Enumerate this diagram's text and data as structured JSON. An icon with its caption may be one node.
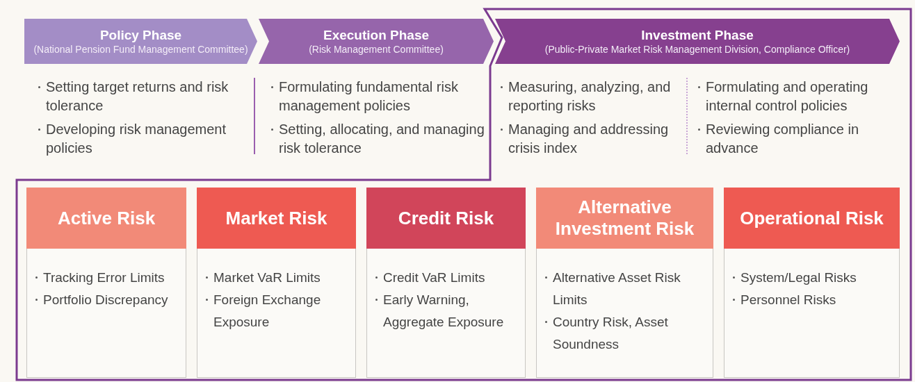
{
  "diagram": {
    "nodes": [
      {
        "text": [
          "Policy Phase",
          "(National Pension Fund Management Committee)"
        ],
        "beside": [
          "Setting target returns and risk tolerance",
          "Developing risk management policies"
        ]
      },
      {
        "text": [
          "Execution Phase",
          "(Risk Management Committee)"
        ],
        "beside": [
          "Formulating fundamental risk management policies",
          "Setting, allocating, and managing risk tolerance"
        ]
      },
      {
        "text": [
          "Investment Phase",
          "(Public-Private Market Risk Management Division, Compliance Officer)"
        ],
        "beside": [
          "Measuring, analyzing, and reporting risks",
          "Managing and addressing crisis index",
          "Formulating and operating internal control policies",
          "Reviewing compliance in advance"
        ]
      },
      {
        "text": [
          "Active Risk",
          "Tracking Error Limits",
          "Portfolio Discrepancy"
        ]
      },
      {
        "text": [
          "Market Risk",
          "Market VaR Limits",
          "Foreign Exchange Exposure"
        ]
      },
      {
        "text": [
          "Credit Risk",
          "Credit VaR Limits",
          "Early Warning, Aggregate Exposure"
        ]
      },
      {
        "text": [
          "Alternative Investment Risk",
          "Alternative Asset Risk Limits",
          "Country Risk, Asset Soundness"
        ]
      },
      {
        "text": [
          "Operational Risk",
          "System/Legal Risks",
          "Personnel Risks"
        ]
      }
    ]
  }
}
